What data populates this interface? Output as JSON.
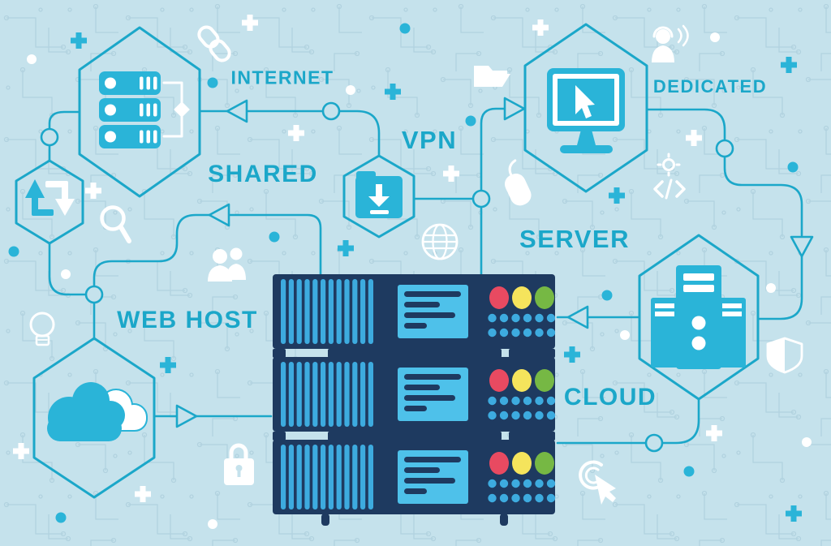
{
  "title": "Web hosting network illustration",
  "labels": {
    "internet": "INTERNET",
    "shared": "SHARED",
    "vpn": "VPN",
    "server": "SERVER",
    "dedicated": "DEDICATED",
    "web_host": "WEB HOST",
    "cloud": "CLOUD"
  },
  "colors": {
    "accent": "#1ba7c9",
    "icon": "#2ab4d8",
    "navy": "#1e3a60",
    "vent": "#3dabdf",
    "screen": "#4ec1ea",
    "led_red": "#e84a61",
    "led_yellow": "#f5e45c",
    "led_green": "#76b844",
    "background": "#c5e2ec",
    "pattern": "#9dc2d2",
    "white": "#ffffff"
  },
  "icons": [
    "server-stack-icon",
    "sync-arrows-icon",
    "folder-download-icon",
    "monitor-cursor-icon",
    "server-towers-icon",
    "clouds-icon",
    "chain-link-icon",
    "open-folder-icon",
    "support-agent-icon",
    "mouse-icon",
    "globe-icon",
    "code-gear-icon",
    "magnifier-icon",
    "users-icon",
    "lightbulb-icon",
    "lock-icon",
    "shield-icon",
    "tap-pointer-icon",
    "plus-icon",
    "dot-icon"
  ],
  "rack": {
    "units": 3,
    "leds_per_unit": [
      "red",
      "yellow",
      "green"
    ],
    "vent_bars_per_unit": 12,
    "status_dot_rows": 2,
    "status_dots_per_row": 6
  }
}
